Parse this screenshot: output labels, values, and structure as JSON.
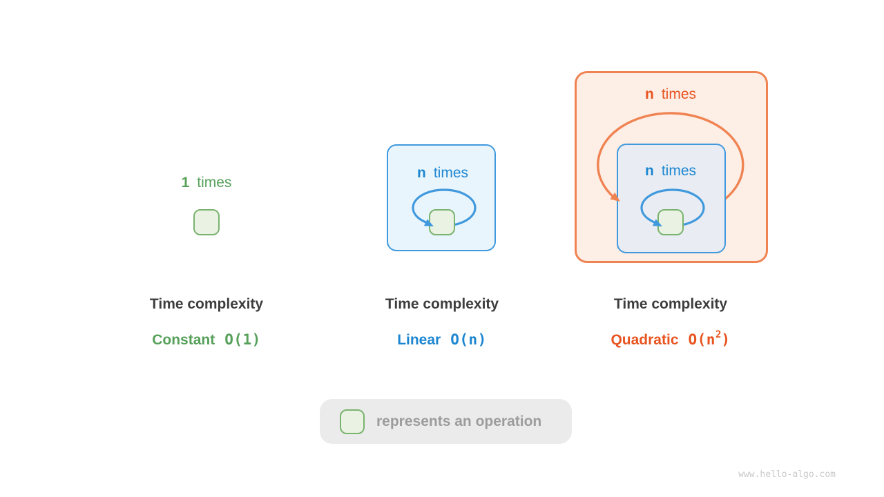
{
  "colors": {
    "green_text": "#56a05a",
    "green_border": "#7ab36f",
    "green_fill": "#eaf3e3",
    "blue_text": "#1d86d1",
    "blue_border": "#4099dd",
    "blue_fill": "#e9f5fc",
    "blue_fill_nested": "#e9edf3",
    "orange_text": "#e8541f",
    "orange_border": "#f08352",
    "orange_fill": "#fdeee6",
    "title_text": "#3d3d3d",
    "legend_bg": "#ebebeb",
    "legend_text": "#9c9c9c",
    "watermark_text": "#c9c9c9"
  },
  "panels": {
    "constant": {
      "count": "1",
      "times_word": "times",
      "title": "Time complexity",
      "name": "Constant",
      "big_o": "O(1)",
      "big_o_sup": "",
      "big_o_close": ""
    },
    "linear": {
      "count": "n",
      "times_word": "times",
      "title": "Time complexity",
      "name": "Linear",
      "big_o": "O(n)",
      "big_o_sup": "",
      "big_o_close": ""
    },
    "quadratic": {
      "outer_count": "n",
      "outer_times_word": "times",
      "inner_count": "n",
      "inner_times_word": "times",
      "title": "Time complexity",
      "name": "Quadratic",
      "big_o": "O(n",
      "big_o_sup": "2",
      "big_o_close": ")"
    }
  },
  "legend": {
    "square_icon": "operation-square-icon",
    "text": "represents an operation"
  },
  "watermark": "www.hello-algo.com"
}
